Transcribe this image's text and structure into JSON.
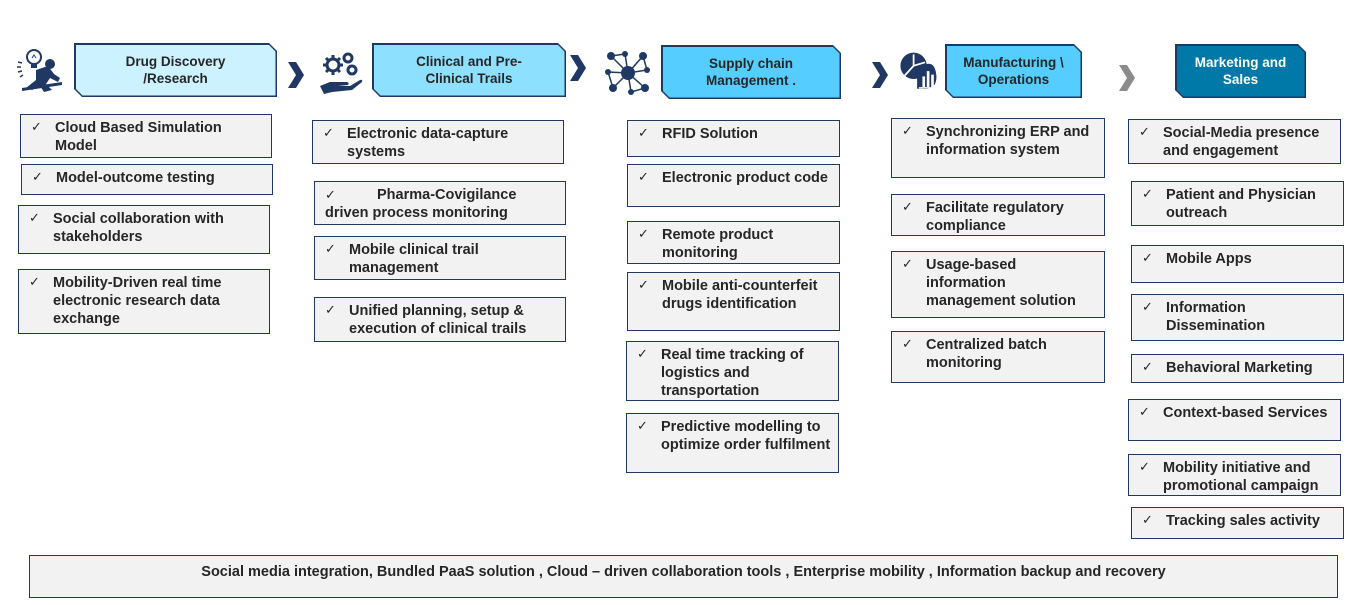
{
  "colors": {
    "navy": "#1f3864",
    "stage_light": "#ccf1ff",
    "stage_mid": "#8ee0ff",
    "stage_bright": "#55ceff",
    "stage_dark": "#0078a8",
    "chevron_inactive": "#8c8c8c",
    "item_bg": "#f2f2f2"
  },
  "stages": [
    {
      "title": "Drug Discovery\n/Research",
      "icon": "idea-bulb-runner-icon",
      "items": [
        "Cloud Based Simulation Model",
        "Model-outcome testing",
        "Social collaboration with stakeholders",
        "Mobility-Driven real time electronic research data exchange"
      ]
    },
    {
      "title": "Clinical and Pre-\nClinical Trails",
      "icon": "gears-hand-icon",
      "items": [
        "Electronic data-capture systems",
        "Pharma-Covigilance driven process monitoring",
        "Mobile clinical trail management",
        "Unified planning, setup & execution of clinical trails"
      ]
    },
    {
      "title": "Supply chain\nManagement .",
      "icon": "network-nodes-icon",
      "items": [
        "RFID Solution",
        "Electronic product code",
        "Remote product monitoring",
        "Mobile anti-counterfeit drugs identification",
        "Real time tracking of logistics and transportation",
        "Predictive modelling to optimize order fulfilment"
      ]
    },
    {
      "title": "Manufacturing \\\nOperations",
      "icon": "analytics-chart-icon",
      "items": [
        "Synchronizing ERP and information system",
        "Facilitate regulatory compliance",
        "Usage-based information management solution",
        "Centralized batch monitoring"
      ]
    },
    {
      "title": "Marketing and\nSales",
      "icon": "",
      "items": [
        "Social-Media presence and engagement",
        "Patient and Physician outreach",
        "Mobile Apps",
        "Information Dissemination",
        "Behavioral Marketing",
        "Context-based Services",
        "Mobility initiative and promotional campaign",
        "Tracking sales activity"
      ]
    }
  ],
  "check_glyph": "✓",
  "footer": "Social media integration, Bundled PaaS solution , Cloud – driven collaboration tools , Enterprise mobility , Information backup and recovery"
}
